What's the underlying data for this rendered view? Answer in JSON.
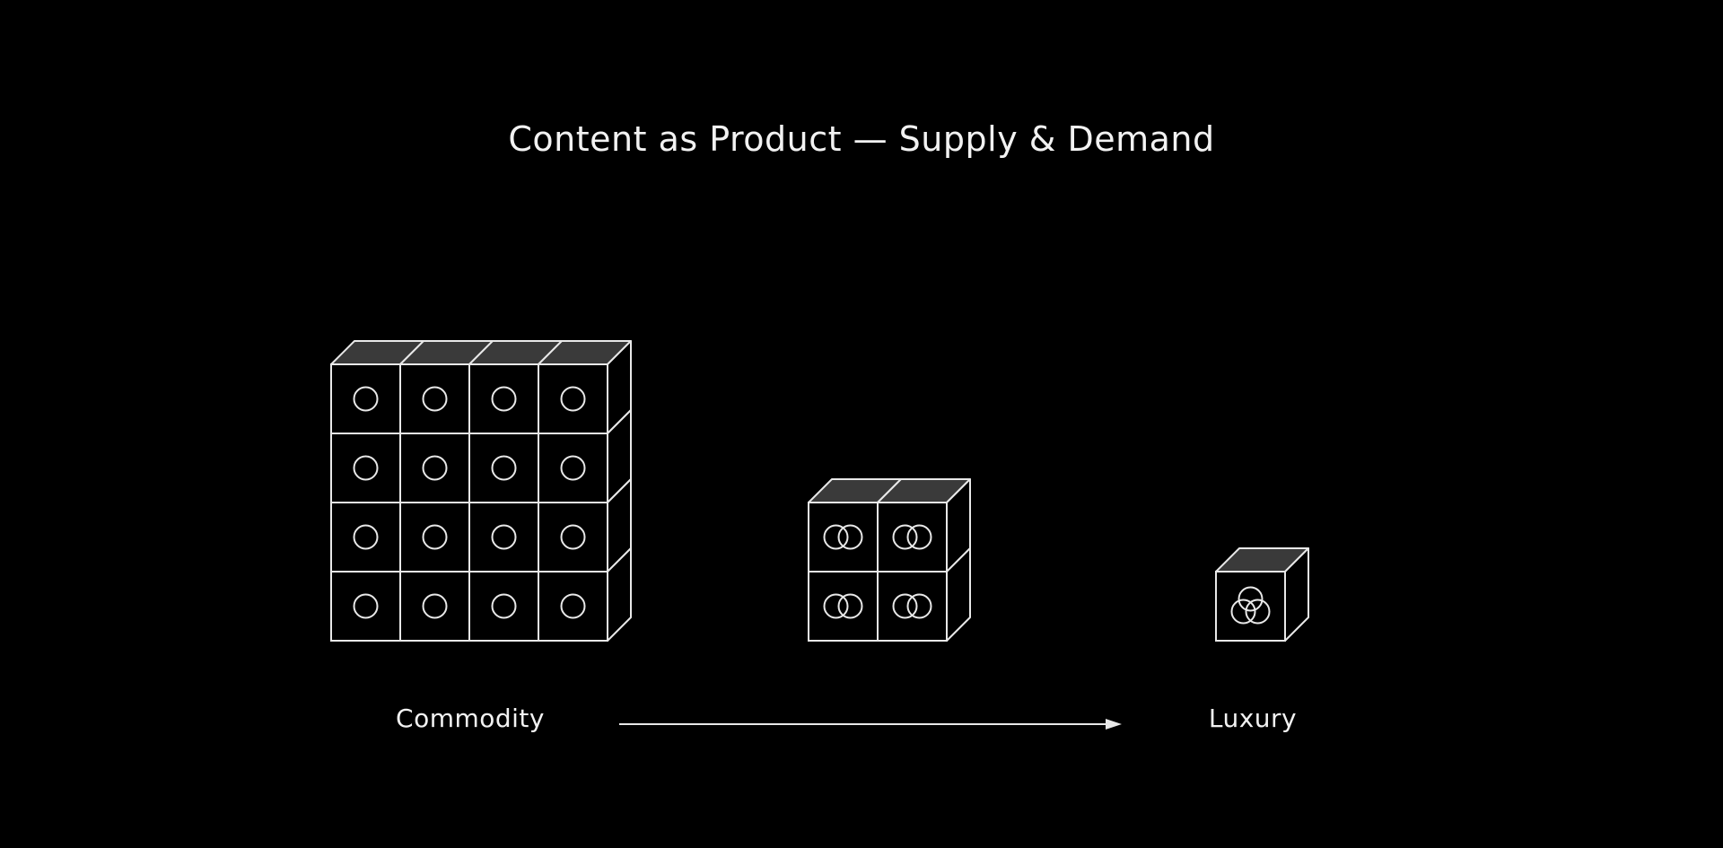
{
  "title": "Content as Product — Supply & Demand",
  "labels": {
    "left": "Commodity",
    "right": "Luxury"
  },
  "colors": {
    "background": "#000000",
    "stroke": "#e8e8e8",
    "top_face": "#3a3a3a",
    "text": "#f2f2f2"
  },
  "stacks": [
    {
      "name": "commodity-stack",
      "rows": 4,
      "cols": 4,
      "symbol": "single-circle-icon"
    },
    {
      "name": "middle-stack",
      "rows": 2,
      "cols": 2,
      "symbol": "double-circle-icon"
    },
    {
      "name": "luxury-stack",
      "rows": 1,
      "cols": 1,
      "symbol": "triple-circle-icon"
    }
  ]
}
